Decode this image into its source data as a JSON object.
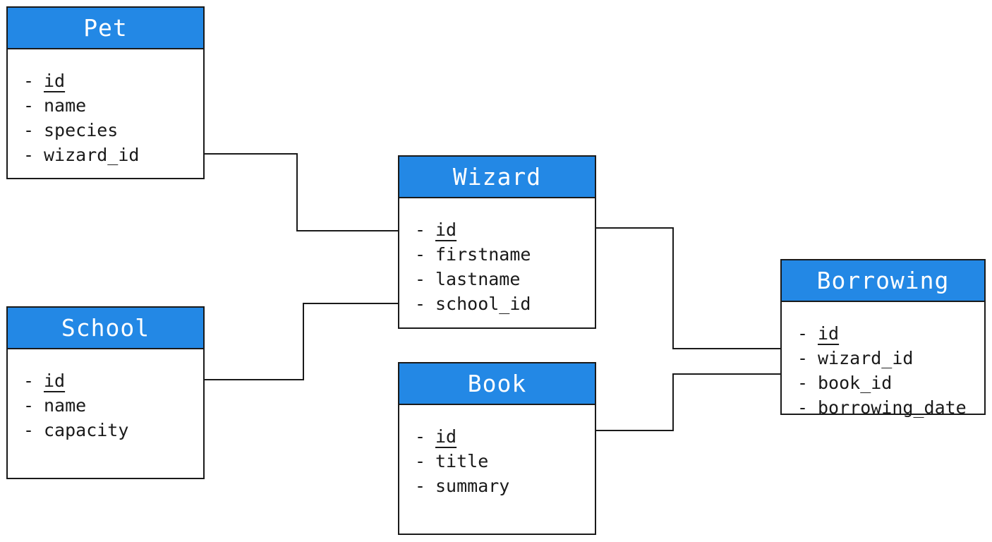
{
  "entities": {
    "pet": {
      "title": "Pet",
      "fields": [
        {
          "name": "id",
          "primary_key": true
        },
        {
          "name": "name",
          "primary_key": false
        },
        {
          "name": "species",
          "primary_key": false
        },
        {
          "name": "wizard_id",
          "primary_key": false
        }
      ]
    },
    "wizard": {
      "title": "Wizard",
      "fields": [
        {
          "name": "id",
          "primary_key": true
        },
        {
          "name": "firstname",
          "primary_key": false
        },
        {
          "name": "lastname",
          "primary_key": false
        },
        {
          "name": "school_id",
          "primary_key": false
        }
      ]
    },
    "school": {
      "title": "School",
      "fields": [
        {
          "name": "id",
          "primary_key": true
        },
        {
          "name": "name",
          "primary_key": false
        },
        {
          "name": "capacity",
          "primary_key": false
        }
      ]
    },
    "book": {
      "title": "Book",
      "fields": [
        {
          "name": "id",
          "primary_key": true
        },
        {
          "name": "title",
          "primary_key": false
        },
        {
          "name": "summary",
          "primary_key": false
        }
      ]
    },
    "borrowing": {
      "title": "Borrowing",
      "fields": [
        {
          "name": "id",
          "primary_key": true
        },
        {
          "name": "wizard_id",
          "primary_key": false
        },
        {
          "name": "book_id",
          "primary_key": false
        },
        {
          "name": "borrowing_date",
          "primary_key": false
        }
      ]
    }
  },
  "relationships": [
    {
      "from": "pet.wizard_id",
      "to": "wizard.id"
    },
    {
      "from": "wizard.school_id",
      "to": "school.id"
    },
    {
      "from": "borrowing.wizard_id",
      "to": "wizard.id"
    },
    {
      "from": "borrowing.book_id",
      "to": "book.id"
    }
  ],
  "colors": {
    "header_fill": "#2388e5",
    "header_text": "#ffffff",
    "border": "#1a1a1a",
    "line": "#1a1a1a",
    "background": "#ffffff"
  },
  "field_marker": "-"
}
